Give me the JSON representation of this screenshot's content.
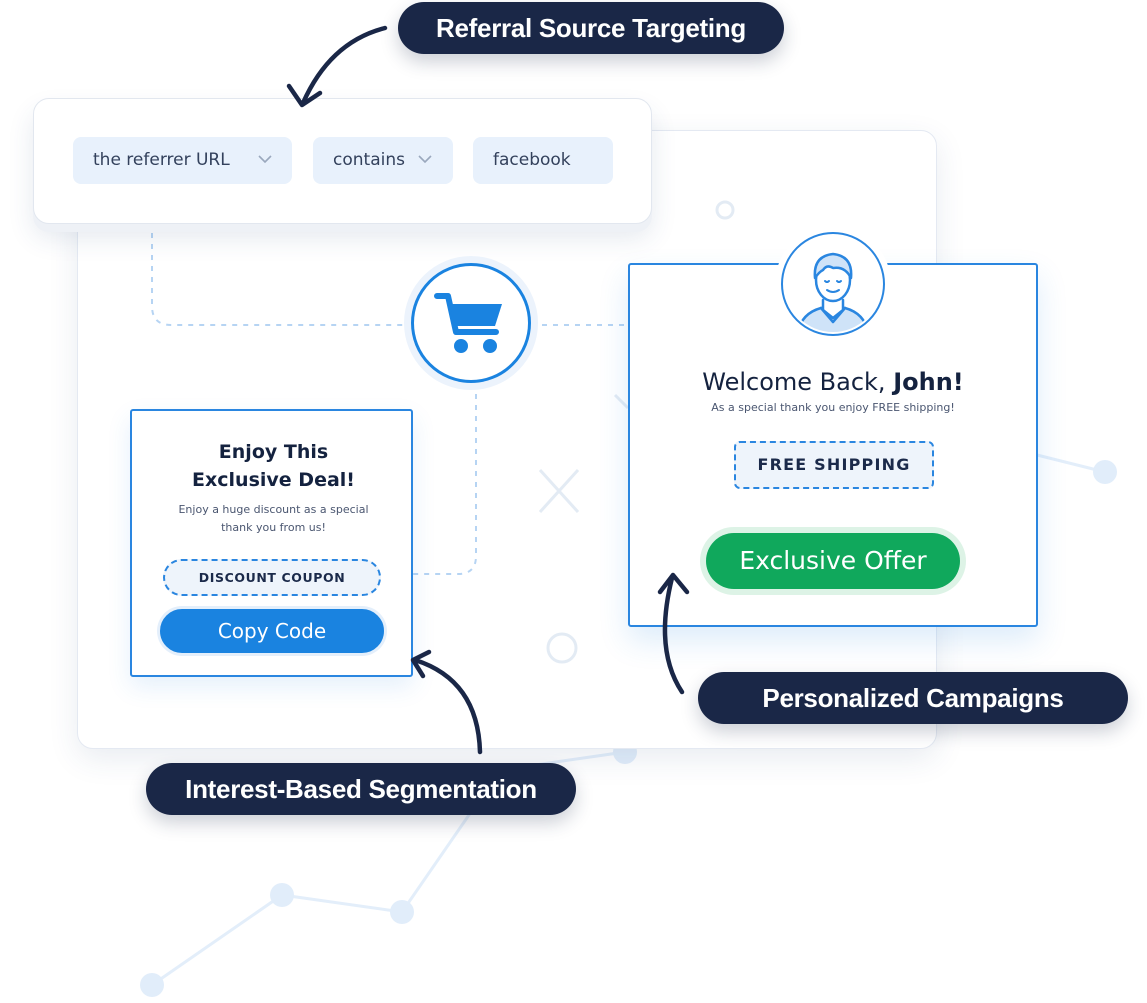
{
  "labels": {
    "referral": "Referral Source Targeting",
    "personalized": "Personalized Campaigns",
    "interest": "Interest-Based Segmentation"
  },
  "filter": {
    "field": "the referrer URL",
    "operator": "contains",
    "value": "facebook"
  },
  "deal_card": {
    "title_line1": "Enjoy This",
    "title_line2": "Exclusive Deal!",
    "subtitle_line1": "Enjoy a huge discount as a special",
    "subtitle_line2": "thank you from us!",
    "coupon_label": "DISCOUNT COUPON",
    "button_label": "Copy Code"
  },
  "welcome_card": {
    "title_prefix": "Welcome Back, ",
    "title_name": "John!",
    "subtitle": "As a special thank you enjoy FREE shipping!",
    "shipping_label": "FREE SHIPPING",
    "button_label": "Exclusive Offer"
  },
  "icons": [
    "cart-icon",
    "user-avatar-icon",
    "chevron-down-icon",
    "curved-arrow-icon"
  ],
  "colors": {
    "primary_blue": "#1a83e0",
    "dark_navy": "#1a2747",
    "green": "#10a85c",
    "chip_bg": "#e8f1fc"
  }
}
